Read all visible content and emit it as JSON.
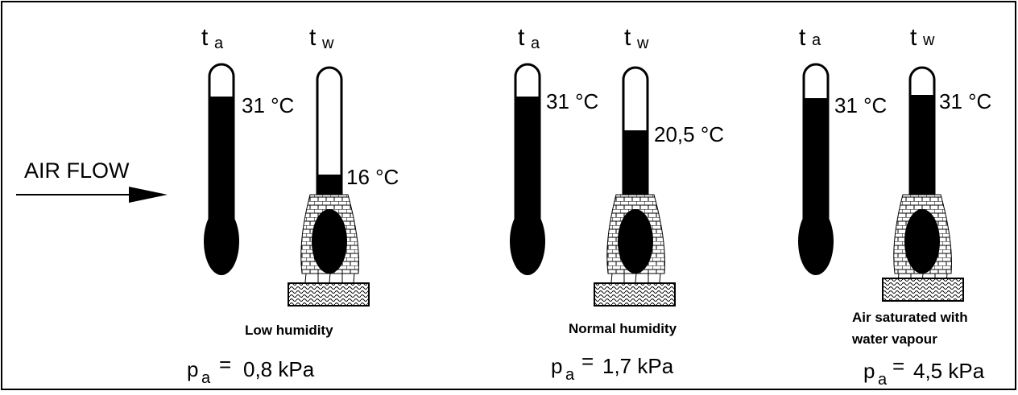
{
  "airflow": {
    "label": "AIR FLOW"
  },
  "symbols": {
    "t": "t",
    "a_sub": "a",
    "w_sub": "w",
    "p": "p",
    "eq": "="
  },
  "panels": [
    {
      "ta_value": "31 °C",
      "tw_value": "16 °C",
      "caption_lines": [
        "Low humidity"
      ],
      "pressure": "0,8 kPa"
    },
    {
      "ta_value": "31 °C",
      "tw_value": "20,5 °C",
      "caption_lines": [
        "Normal humidity"
      ],
      "pressure": "1,7 kPa"
    },
    {
      "ta_value": "31 °C",
      "tw_value": "31 °C",
      "caption_lines": [
        "Air saturated with",
        "water vapour"
      ],
      "pressure": "4,5 kPa"
    }
  ]
}
